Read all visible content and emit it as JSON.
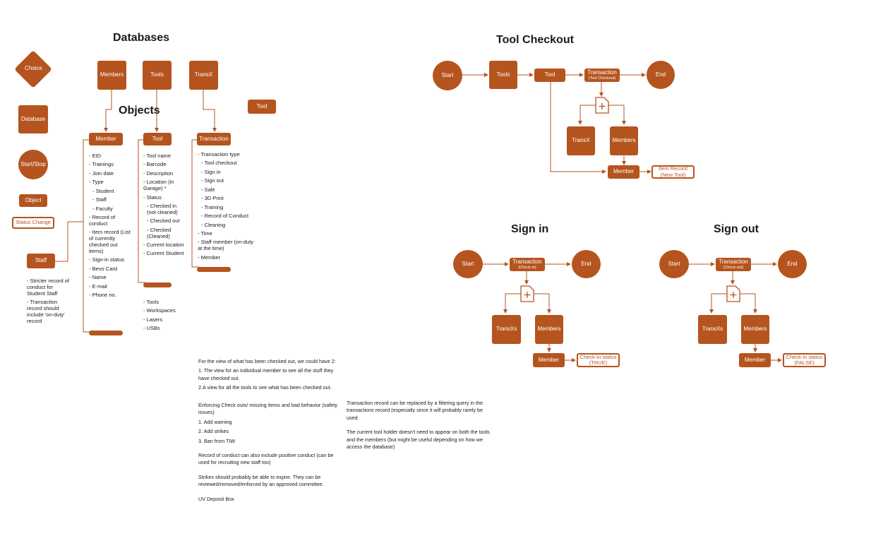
{
  "titles": {
    "databases": "Databases",
    "objects": "Objects",
    "tool_checkout": "Tool Checkout",
    "sign_in": "Sign in",
    "sign_out": "Sign out"
  },
  "legend": {
    "choice": "Choice",
    "database": "Database",
    "start_stop": "Start/Stop",
    "object": "Object",
    "status_change": "Status Change"
  },
  "databases": [
    "Members",
    "Tools",
    "TransX"
  ],
  "tool_object": "Tool",
  "objects": {
    "member": {
      "label": "Member",
      "items": [
        "- EID",
        "- Trainings",
        "- Join date",
        "- Type",
        "  - Student",
        "  - Staff",
        "  - Faculty",
        "- Record of conduct",
        "- Item record (List of currently checked out items)",
        "- Sign-in status",
        "- Bevo Card",
        "- Name",
        "- E-mail",
        "- Phone no."
      ]
    },
    "tool": {
      "label": "Tool",
      "items": [
        "- Tool name",
        "- Barcode",
        "- Description",
        "- Location (in Garage) *",
        "- Status",
        "  - Checked in (not cleaned)",
        "  - Checked out",
        "  - Checked (Cleaned)",
        "- Current location",
        "- Current Student"
      ],
      "extra": [
        "- Tools",
        "- Workspaces",
        "- Lasers",
        "- USBs"
      ]
    },
    "transaction": {
      "label": "Transaction",
      "items": [
        "- Transaction type",
        "  - Tool checkout",
        "  - Sign in",
        "  - Sign out",
        "  - Sale",
        "  - 3D Print",
        "  - Training",
        "  - Record of Conduct",
        "  - Cleaning",
        "- Time",
        "- Staff member (on-duty at the time)",
        "- Member"
      ]
    }
  },
  "staff": {
    "label": "Staff",
    "notes": [
      "- Stricter record of conduct for Student Staff",
      "- Transaction record should include 'on-duty' record"
    ]
  },
  "tool_checkout": {
    "start": "Start",
    "tools": "Tools",
    "tool": "Tool",
    "transaction": "Transaction",
    "transaction_sub": "(Tool Checkout)",
    "end": "End",
    "transx": "TransX",
    "members": "Members",
    "member": "Member",
    "item_record": "Item Record",
    "item_record_sub": "(New Tool)"
  },
  "sign_in": {
    "start": "Start",
    "transaction": "Transaction",
    "transaction_sub": "(Check-in)",
    "end": "End",
    "transxs": "TransXs",
    "members": "Members",
    "member": "Member",
    "status": "Check-in status",
    "status_sub": "(TRUE)"
  },
  "sign_out": {
    "start": "Start",
    "transaction": "Transaction",
    "transaction_sub": "(Check-out)",
    "end": "End",
    "transxs": "TransXs",
    "members": "Members",
    "member": "Member",
    "status": "Check-in status",
    "status_sub": "(FALSE)"
  },
  "notes_left": [
    "For the view of what has been checked out, we could have 2:",
    "1. The view for an individual member to see all the stuff they have checked out.",
    "2.A view for all the tools to see what has been checked out.",
    "",
    "Enforcing Check outs/  missing items and bad behavior (safety issues)",
    "1. Add warning",
    "2. Add strikes",
    "3. Ban from TIW",
    "",
    "Record of conduct can also include positive conduct (can be used for recruiting new staff too)",
    "",
    "Strikes should probably be able to expire. They can be reviewed/removed/enforced by an approved committee.",
    "",
    "UV Deposit Box"
  ],
  "notes_right": [
    "Transaction record can be replaced by a filtering query in the transactions record (especially since it will probably rarely be used",
    "",
    "The current tool holder doesn't need to appear on both the tools and the members (but might be useful depending on how we access the database)"
  ],
  "colors": {
    "accent": "#b5541e",
    "text": "#1a1a1a",
    "background": "#ffffff"
  }
}
